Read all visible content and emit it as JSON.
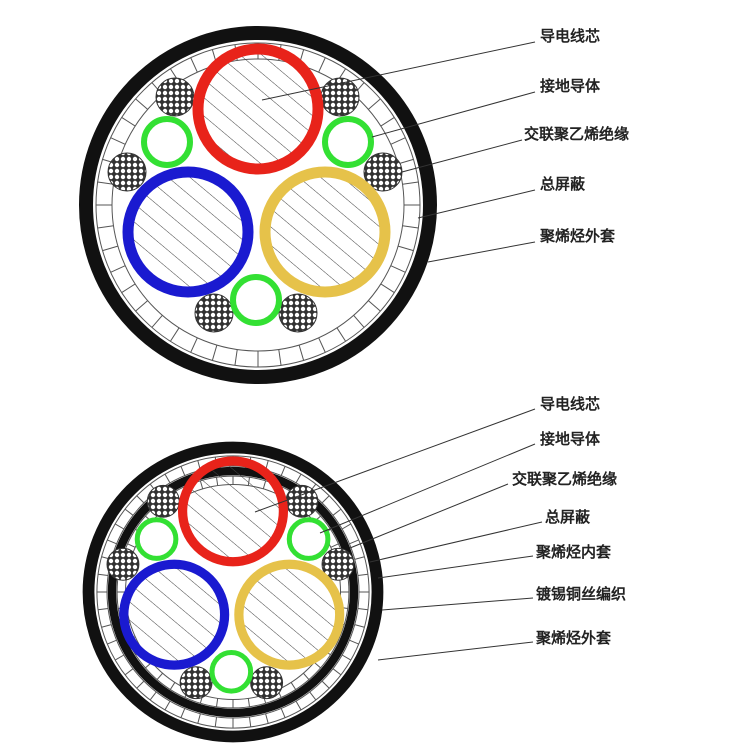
{
  "colors": {
    "red": "#e8231a",
    "blue": "#1a1ad0",
    "yellow": "#e6c24a",
    "green": "#33e033",
    "sheath": "#111111"
  },
  "top_cable": {
    "labels": [
      "导电线芯",
      "接地导体",
      "交联聚乙烯绝缘",
      "总屏蔽",
      "聚烯烃外套"
    ]
  },
  "bottom_cable": {
    "labels": [
      "导电线芯",
      "接地导体",
      "交联聚乙烯绝缘",
      "总屏蔽",
      "聚烯烃内套",
      "镀锡铜丝编织",
      "聚烯烃外套"
    ]
  }
}
